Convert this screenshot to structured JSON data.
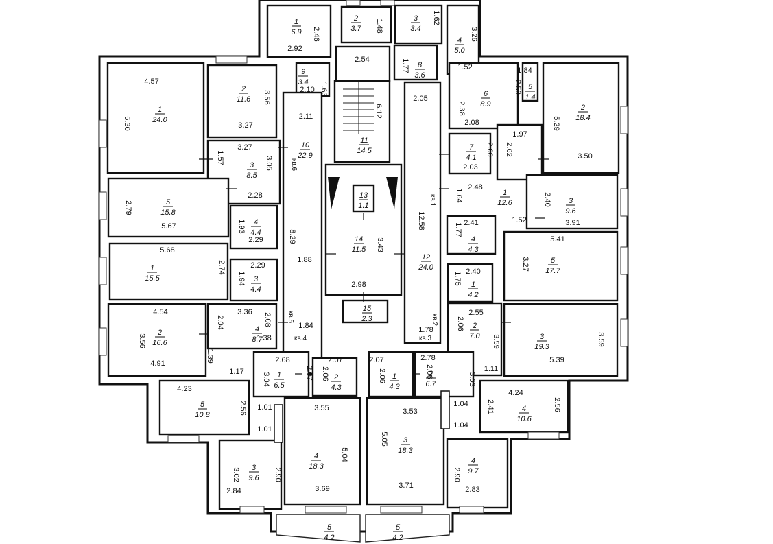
{
  "rooms": [
    {
      "id": "r-t1",
      "num": "1",
      "area": "6.9"
    },
    {
      "id": "r-t2",
      "num": "2",
      "area": "3.7"
    },
    {
      "id": "r-t3",
      "num": "3",
      "area": "3.4"
    },
    {
      "id": "r-t4",
      "num": "4",
      "area": "5.0"
    },
    {
      "id": "r-t8",
      "num": "8",
      "area": "3.6"
    },
    {
      "id": "r-t9",
      "num": "9",
      "area": "3.4"
    },
    {
      "id": "r-l1",
      "num": "1",
      "area": "24.0"
    },
    {
      "id": "r-l2",
      "num": "2",
      "area": "11.6"
    },
    {
      "id": "r-l3",
      "num": "3",
      "area": "8.5"
    },
    {
      "id": "r-l5",
      "num": "5",
      "area": "15.8"
    },
    {
      "id": "r-l4",
      "num": "4",
      "area": "4.4"
    },
    {
      "id": "r-l10",
      "num": "10",
      "area": "22.9"
    },
    {
      "id": "r-c11",
      "num": "11",
      "area": "14.5"
    },
    {
      "id": "r-c13",
      "num": "13",
      "area": "1.1"
    },
    {
      "id": "r-c14",
      "num": "14",
      "area": "11.5"
    },
    {
      "id": "r-c15",
      "num": "15",
      "area": "2.3"
    },
    {
      "id": "r-c12",
      "num": "12",
      "area": "24.0"
    },
    {
      "id": "r-r6",
      "num": "6",
      "area": "8.9"
    },
    {
      "id": "r-r5",
      "num": "5",
      "area": "1.4"
    },
    {
      "id": "r-r2",
      "num": "2",
      "area": "18.4"
    },
    {
      "id": "r-r7",
      "num": "7",
      "area": "4.1"
    },
    {
      "id": "r-r1",
      "num": "1",
      "area": "12.6"
    },
    {
      "id": "r-r3",
      "num": "3",
      "area": "9.6"
    },
    {
      "id": "r-r4",
      "num": "4",
      "area": "4.3"
    },
    {
      "id": "r-r5b",
      "num": "5",
      "area": "17.7"
    },
    {
      "id": "r-b1",
      "num": "1",
      "area": "15.5"
    },
    {
      "id": "r-b3",
      "num": "3",
      "area": "4.4"
    },
    {
      "id": "r-b2",
      "num": "2",
      "area": "16.6"
    },
    {
      "id": "r-b4",
      "num": "4",
      "area": "8.7"
    },
    {
      "id": "r-b5",
      "num": "5",
      "area": "10.8"
    },
    {
      "id": "r-k1",
      "num": "1",
      "area": "4.2"
    },
    {
      "id": "r-k2",
      "num": "2",
      "area": "7.0"
    },
    {
      "id": "r-k3",
      "num": "3",
      "area": "19.3"
    },
    {
      "id": "r-k4",
      "num": "4",
      "area": "10.6"
    },
    {
      "id": "r-m1",
      "num": "1",
      "area": "6.5"
    },
    {
      "id": "r-m2",
      "num": "2",
      "area": "4.3"
    },
    {
      "id": "r-n1",
      "num": "1",
      "area": "4.3"
    },
    {
      "id": "r-n2",
      "num": "2",
      "area": "6.7"
    },
    {
      "id": "r-m4",
      "num": "4",
      "area": "18.3"
    },
    {
      "id": "r-n3",
      "num": "3",
      "area": "18.3"
    },
    {
      "id": "r-m3",
      "num": "3",
      "area": "9.6"
    },
    {
      "id": "r-n4",
      "num": "4",
      "area": "9.7"
    },
    {
      "id": "r-m5",
      "num": "5",
      "area": "4.2"
    },
    {
      "id": "r-n5",
      "num": "5",
      "area": "4.2"
    }
  ],
  "dimensions": [
    "2.46",
    "2.92",
    "1.48",
    "2.54",
    "1.62",
    "1.77",
    "3.26",
    "1.52",
    "1.63",
    "2.10",
    "4.57",
    "5.30",
    "3.56",
    "3.27",
    "3.27",
    "1.57",
    "3.05",
    "2.11",
    "2.28",
    "2.79",
    "5.67",
    "1.93",
    "2.29",
    "8.29",
    "5.68",
    "2.74",
    "2.29",
    "1.94",
    "1.88",
    "3.43",
    "2.98",
    "6.12",
    "2.05",
    "2.38",
    "2.08",
    "1.84",
    "2.59",
    "5.29",
    "3.50",
    "1.97",
    "2.62",
    "2.00",
    "2.03",
    "2.48",
    "1.64",
    "12.58",
    "2.40",
    "3.91",
    "1.52",
    "2.41",
    "1.77",
    "5.41",
    "3.27",
    "2.40",
    "1.75",
    "2.55",
    "3.59",
    "3.59",
    "5.39",
    "2.06",
    "4.54",
    "3.56",
    "4.91",
    "2.04",
    "1.39",
    "3.36",
    "2.08",
    "1.38",
    "1.84",
    "1.17",
    "4.23",
    "2.56",
    "1.01",
    "1.01",
    "2.68",
    "2.07",
    "3.04",
    "2.06",
    "2.07",
    "2.07",
    "2.06",
    "2.06",
    "2.78",
    "3.03",
    "1.11",
    "4.24",
    "2.41",
    "2.56",
    "3.55",
    "5.04",
    "3.69",
    "3.53",
    "5.05",
    "3.71",
    "1.04",
    "1.04",
    "3.02",
    "2.90",
    "2.84",
    "2.90",
    "2.83",
    "1.78"
  ],
  "apartments": [
    "кв.6",
    "кв.5",
    "кв.4",
    "кв.3",
    "кв.2",
    "кв.1"
  ]
}
